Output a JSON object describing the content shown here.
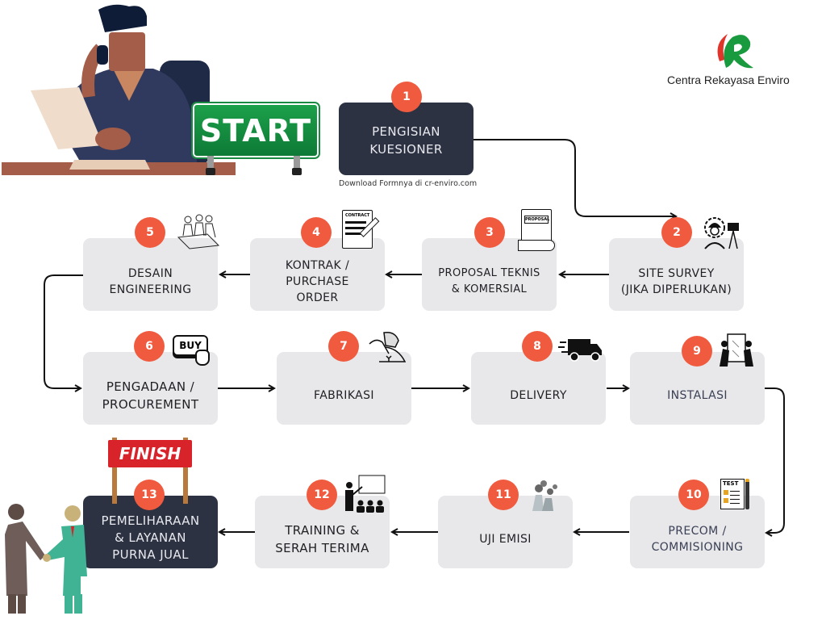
{
  "brand": {
    "name": "Centra Rekayasa Enviro",
    "colors": {
      "logo_green": "#1a9a3f",
      "logo_red": "#e0352b"
    }
  },
  "start_sign": {
    "label": "START",
    "color": "#17913f"
  },
  "finish_banner": {
    "label": "FINISH",
    "color": "#d8232a"
  },
  "colors": {
    "badge": "#f05b40",
    "box_light": "#e8e8ea",
    "box_dark": "#2d3243",
    "connector": "#111111"
  },
  "steps": [
    {
      "number": "1",
      "label": "PENGISIAN\nKUESIONER",
      "style": "dark",
      "note": "Download Formnya di cr-enviro.com",
      "icon": "none"
    },
    {
      "number": "2",
      "label": "SITE SURVEY\n(JIKA DIPERLUKAN)",
      "style": "light",
      "icon": "surveyor-icon"
    },
    {
      "number": "3",
      "label": "PROPOSAL TEKNIS\n& KOMERSIAL",
      "style": "light",
      "icon": "proposal-icon",
      "icon_text": "PROPOSAL"
    },
    {
      "number": "4",
      "label": "KONTRAK /\nPURCHASE\nORDER",
      "style": "light",
      "icon": "contract-icon",
      "icon_text": "CONTRACT"
    },
    {
      "number": "5",
      "label": "DESAIN\nENGINEERING",
      "style": "light",
      "icon": "engineers-icon"
    },
    {
      "number": "6",
      "label": "PENGADAAN /\nPROCUREMENT",
      "style": "light",
      "icon": "buy-button-icon",
      "icon_text": "BUY"
    },
    {
      "number": "7",
      "label": "FABRIKASI",
      "style": "light",
      "icon": "welder-icon"
    },
    {
      "number": "8",
      "label": "DELIVERY",
      "style": "light",
      "icon": "truck-icon"
    },
    {
      "number": "9",
      "label": "INSTALASI",
      "style": "light",
      "icon": "installers-icon"
    },
    {
      "number": "10",
      "label": "PRECOM /\nCOMMISIONING",
      "style": "light",
      "icon": "test-checklist-icon",
      "icon_text": "TEST"
    },
    {
      "number": "11",
      "label": "UJI EMISI",
      "style": "light",
      "icon": "smokestack-icon"
    },
    {
      "number": "12",
      "label": "TRAINING &\nSERAH TERIMA",
      "style": "light",
      "icon": "training-icon"
    },
    {
      "number": "13",
      "label": "PEMELIHARAAN\n& LAYANAN\nPURNA JUAL",
      "style": "dark",
      "icon": "finish-banner"
    }
  ]
}
